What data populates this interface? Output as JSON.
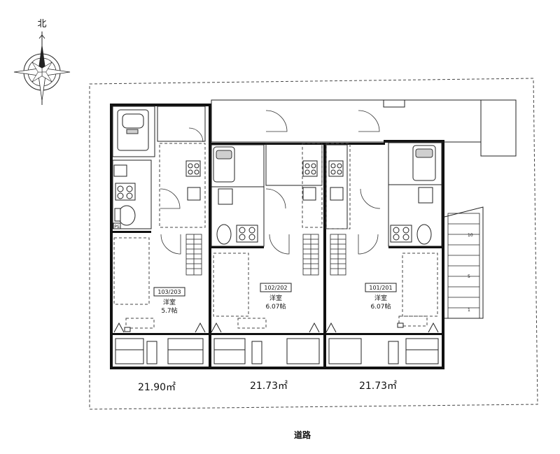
{
  "compass": {
    "north_label": "北"
  },
  "units": [
    {
      "room_no": "103/203",
      "room_type": "洋室",
      "room_size": "5.7帖",
      "area": "21.90㎡"
    },
    {
      "room_no": "102/202",
      "room_type": "洋室",
      "room_size": "6.07帖",
      "area": "21.73㎡"
    },
    {
      "room_no": "101/201",
      "room_type": "洋室",
      "room_size": "6.07帖",
      "area": "21.73㎡"
    }
  ],
  "stair_numbers": [
    "10",
    "5",
    "1"
  ],
  "storage_label": "PS",
  "road_label": "道路"
}
